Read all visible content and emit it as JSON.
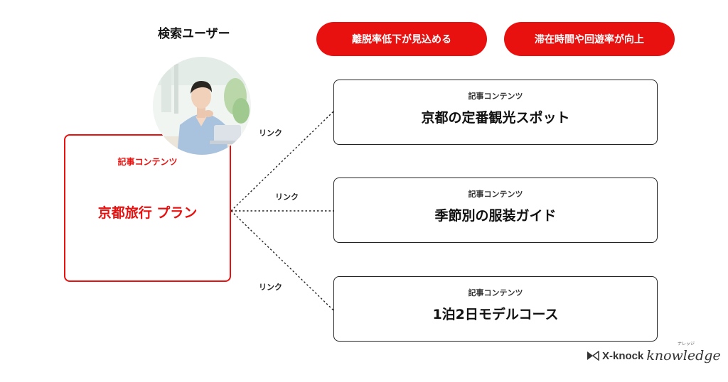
{
  "header": {
    "search_user_label": "検索ユーザー"
  },
  "benefits": [
    {
      "label": "離脱率低下が見込める"
    },
    {
      "label": "滞在時間や回遊率が向上"
    }
  ],
  "main_article": {
    "category": "記事コンテンツ",
    "title": "京都旅行 プラン"
  },
  "links": [
    {
      "label": "リンク"
    },
    {
      "label": "リンク"
    },
    {
      "label": "リンク"
    }
  ],
  "linked_articles": [
    {
      "category": "記事コンテンツ",
      "title": "京都の定番観光スポット"
    },
    {
      "category": "記事コンテンツ",
      "title": "季節別の服装ガイド"
    },
    {
      "category": "記事コンテンツ",
      "title": "1泊2日モデルコース"
    }
  ],
  "brand": {
    "name": "X-knock",
    "sub": "knowledge",
    "kana": "ナレッジ"
  },
  "colors": {
    "accent": "#e8110f",
    "border": "#222222",
    "text": "#111111"
  }
}
